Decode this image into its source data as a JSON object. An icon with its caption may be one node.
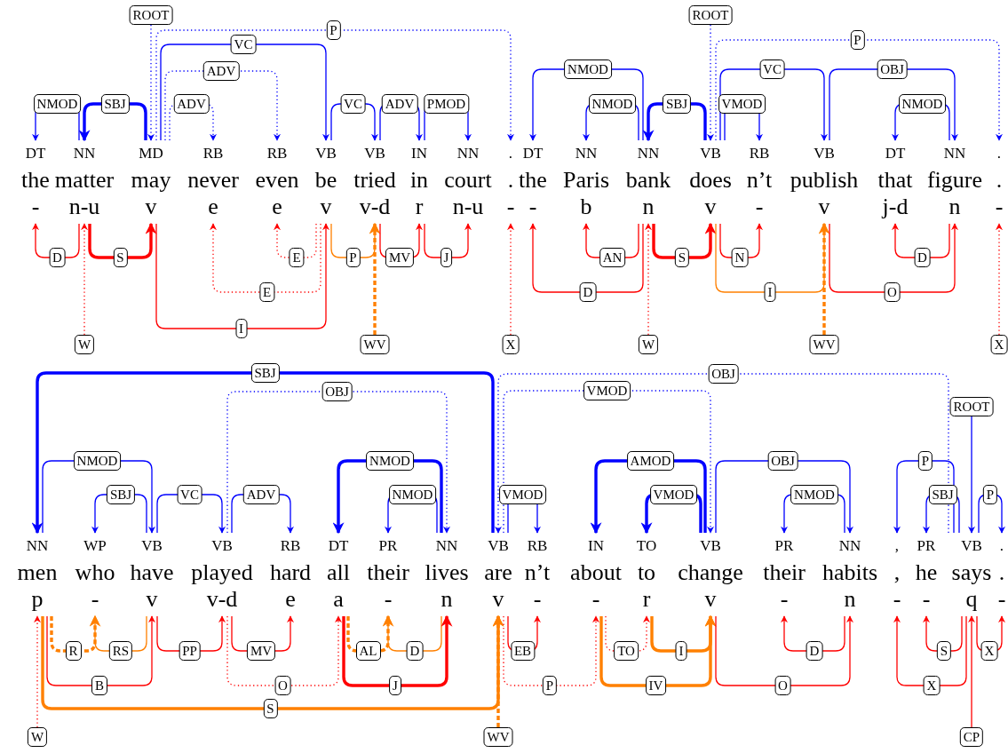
{
  "diagram": {
    "nodes": [
      {
        "text": [
          "DT",
          "the",
          "-"
        ]
      },
      {
        "text": [
          "NN",
          "matter",
          "n-u"
        ]
      },
      {
        "text": [
          "MD",
          "may",
          "v"
        ]
      },
      {
        "text": [
          "RB",
          "never",
          "e"
        ]
      },
      {
        "text": [
          "RB",
          "even",
          "e"
        ]
      },
      {
        "text": [
          "VB",
          "be",
          "v"
        ]
      },
      {
        "text": [
          "VB",
          "tried",
          "v-d"
        ]
      },
      {
        "text": [
          "IN",
          "in",
          "r"
        ]
      },
      {
        "text": [
          "NN",
          "court",
          "n-u"
        ]
      },
      {
        "text": [
          ".",
          ".",
          "-"
        ]
      },
      {
        "text": [
          "DT",
          "the",
          "-"
        ]
      },
      {
        "text": [
          "NN",
          "Paris",
          "b"
        ]
      },
      {
        "text": [
          "NN",
          "bank",
          "n"
        ]
      },
      {
        "text": [
          "VB",
          "does",
          "v"
        ]
      },
      {
        "text": [
          "RB",
          "n’t",
          "-"
        ]
      },
      {
        "text": [
          "VB",
          "publish",
          "v"
        ]
      },
      {
        "text": [
          "DT",
          "that",
          "j-d"
        ]
      },
      {
        "text": [
          "NN",
          "figure",
          "n"
        ]
      },
      {
        "text": [
          ".",
          ".",
          "-"
        ]
      },
      {
        "text": [
          "NN",
          "men",
          "p"
        ]
      },
      {
        "text": [
          "WP",
          "who",
          "-"
        ]
      },
      {
        "text": [
          "VB",
          "have",
          "v"
        ]
      },
      {
        "text": [
          "VB",
          "played",
          "v-d"
        ]
      },
      {
        "text": [
          "RB",
          "hard",
          "e"
        ]
      },
      {
        "text": [
          "DT",
          "all",
          "a"
        ]
      },
      {
        "text": [
          "PR",
          "their",
          "-"
        ]
      },
      {
        "text": [
          "NN",
          "lives",
          "n"
        ]
      },
      {
        "text": [
          "VB",
          "are",
          "v"
        ]
      },
      {
        "text": [
          "RB",
          "n’t",
          "-"
        ]
      },
      {
        "text": [
          "IN",
          "about",
          "-"
        ]
      },
      {
        "text": [
          "TO",
          "to",
          "r"
        ]
      },
      {
        "text": [
          "VB",
          "change",
          "v"
        ]
      },
      {
        "text": [
          "PR",
          "their",
          "-"
        ]
      },
      {
        "text": [
          "NN",
          "habits",
          "n"
        ]
      },
      {
        "text": [
          ",",
          ",",
          "-"
        ]
      },
      {
        "text": [
          "PR",
          "he",
          "-"
        ]
      },
      {
        "text": [
          "VB",
          "says",
          "q"
        ]
      },
      {
        "text": [
          ".",
          ".",
          "-"
        ]
      },
      {
        "text": [
          "ROOT"
        ]
      },
      {
        "text": [
          "ROOT"
        ]
      },
      {
        "text": [
          "W"
        ]
      },
      {
        "text": [
          "WV"
        ]
      },
      {
        "text": [
          "X"
        ]
      },
      {
        "text": [
          "W"
        ]
      },
      {
        "text": [
          "WV"
        ]
      },
      {
        "text": [
          "X"
        ]
      },
      {
        "text": [
          "ROOT"
        ]
      },
      {
        "text": [
          "W"
        ]
      },
      {
        "text": [
          "WV"
        ]
      },
      {
        "text": [
          "CP"
        ]
      }
    ],
    "edges": [
      {
        "from": 1,
        "to": 0,
        "arrow": "to",
        "label": "NMOD"
      },
      {
        "from": 2,
        "to": 1,
        "arrow": "to",
        "label": "SBJ",
        "style": "thick"
      },
      {
        "from": 38,
        "to": 2,
        "arrow": "to",
        "style": "dashed"
      },
      {
        "from": 2,
        "to": 5,
        "arrow": "to",
        "label": "VC"
      },
      {
        "from": 2,
        "to": 4,
        "arrow": "to",
        "label": "ADV",
        "style": "dashed"
      },
      {
        "from": 2,
        "to": 3,
        "arrow": "to",
        "label": "ADV",
        "style": "dashed"
      },
      {
        "from": 2,
        "to": 9,
        "arrow": "to",
        "label": "P",
        "style": "dashed"
      },
      {
        "from": 5,
        "to": 6,
        "arrow": "to",
        "label": "VC"
      },
      {
        "from": 6,
        "to": 7,
        "arrow": "to",
        "label": "ADV"
      },
      {
        "from": 7,
        "to": 8,
        "arrow": "to",
        "label": "PMOD"
      },
      {
        "from": 1,
        "to": 0,
        "arrow": "to",
        "label": "D",
        "color": "#ff0000"
      },
      {
        "from": 1,
        "to": 2,
        "arrow": "to",
        "label": "S",
        "style": "thick",
        "color": "#ff0000"
      },
      {
        "from": 40,
        "to": 1,
        "arrow": "to",
        "style": "dashed",
        "color": "#ff0000"
      },
      {
        "from": 2,
        "to": 5,
        "arrow": "to",
        "label": "I",
        "color": "#ff0000"
      },
      {
        "from": 5,
        "to": 4,
        "arrow": "to",
        "label": "E",
        "style": "dashed",
        "color": "#ff0000"
      },
      {
        "from": 5,
        "to": 3,
        "arrow": "to",
        "label": "E",
        "style": "dashed",
        "color": "#ff0000"
      },
      {
        "from": 5,
        "to": 6,
        "arrow": "to",
        "label": "P",
        "color": "#ff8000"
      },
      {
        "from": 41,
        "to": 6,
        "arrow": "to",
        "style": "dashed",
        "color": "#ff8000"
      },
      {
        "from": 6,
        "to": 7,
        "arrow": "to",
        "label": "MV",
        "color": "#ff0000"
      },
      {
        "from": 7,
        "to": 8,
        "arrow": "to",
        "label": "J",
        "color": "#ff0000"
      },
      {
        "from": 42,
        "to": 9,
        "arrow": "to",
        "style": "dashed",
        "color": "#ff0000"
      },
      {
        "from": 12,
        "to": 10,
        "arrow": "to",
        "label": "NMOD"
      },
      {
        "from": 12,
        "to": 11,
        "arrow": "to",
        "label": "NMOD"
      },
      {
        "from": 13,
        "to": 12,
        "arrow": "to",
        "label": "SBJ",
        "style": "thick"
      },
      {
        "from": 39,
        "to": 13,
        "arrow": "to",
        "style": "dashed"
      },
      {
        "from": 13,
        "to": 14,
        "arrow": "to",
        "label": "VMOD"
      },
      {
        "from": 13,
        "to": 15,
        "arrow": "to",
        "label": "VC"
      },
      {
        "from": 13,
        "to": 18,
        "arrow": "to",
        "label": "P",
        "style": "dashed"
      },
      {
        "from": 15,
        "to": 17,
        "arrow": "to",
        "label": "OBJ"
      },
      {
        "from": 17,
        "to": 16,
        "arrow": "to",
        "label": "NMOD"
      },
      {
        "from": 12,
        "to": 10,
        "arrow": "to",
        "label": "D",
        "color": "#ff0000"
      },
      {
        "from": 12,
        "to": 11,
        "arrow": "to",
        "label": "AN",
        "color": "#ff0000"
      },
      {
        "from": 43,
        "to": 12,
        "arrow": "to",
        "style": "dashed",
        "color": "#ff0000"
      },
      {
        "from": 12,
        "to": 13,
        "arrow": "to",
        "label": "S",
        "style": "thick",
        "color": "#ff0000"
      },
      {
        "from": 13,
        "to": 14,
        "arrow": "to",
        "label": "N",
        "color": "#ff0000"
      },
      {
        "from": 13,
        "to": 15,
        "arrow": "to",
        "label": "I",
        "color": "#ff8000"
      },
      {
        "from": 44,
        "to": 15,
        "arrow": "to",
        "style": "dashed",
        "color": "#ff8000"
      },
      {
        "from": 17,
        "to": 16,
        "arrow": "to",
        "label": "D",
        "color": "#ff0000"
      },
      {
        "from": 15,
        "to": 17,
        "arrow": "to",
        "label": "O",
        "color": "#ff0000"
      },
      {
        "from": 45,
        "to": 18,
        "arrow": "to",
        "style": "dashed",
        "color": "#ff0000"
      },
      {
        "from": 27,
        "to": 19,
        "arrow": "to",
        "label": "SBJ",
        "style": "thick"
      },
      {
        "from": 19,
        "to": 21,
        "arrow": "to",
        "label": "NMOD"
      },
      {
        "from": 21,
        "to": 20,
        "arrow": "to",
        "label": "SBJ"
      },
      {
        "from": 21,
        "to": 22,
        "arrow": "to",
        "label": "VC"
      },
      {
        "from": 22,
        "to": 23,
        "arrow": "to",
        "label": "ADV"
      },
      {
        "from": 22,
        "to": 26,
        "arrow": "to",
        "label": "OBJ",
        "style": "dashed"
      },
      {
        "from": 26,
        "to": 24,
        "arrow": "to",
        "label": "NMOD",
        "style": "thick"
      },
      {
        "from": 26,
        "to": 25,
        "arrow": "to",
        "label": "NMOD"
      },
      {
        "from": 36,
        "to": 27,
        "arrow": "to",
        "label": "OBJ",
        "style": "dashed"
      },
      {
        "from": 27,
        "to": 31,
        "arrow": "to",
        "label": "VMOD",
        "style": "dashed"
      },
      {
        "from": 27,
        "to": 28,
        "arrow": "to",
        "label": "VMOD"
      },
      {
        "from": 31,
        "to": 29,
        "arrow": "to",
        "label": "AMOD",
        "style": "thick"
      },
      {
        "from": 31,
        "to": 30,
        "arrow": "to",
        "label": "VMOD",
        "style": "thick"
      },
      {
        "from": 31,
        "to": 33,
        "arrow": "to",
        "label": "OBJ"
      },
      {
        "from": 33,
        "to": 32,
        "arrow": "to",
        "label": "NMOD"
      },
      {
        "from": 36,
        "to": 34,
        "arrow": "to",
        "label": "P"
      },
      {
        "from": 36,
        "to": 35,
        "arrow": "to",
        "label": "SBJ"
      },
      {
        "from": 46,
        "to": 36,
        "arrow": "to"
      },
      {
        "from": 36,
        "to": 37,
        "arrow": "to",
        "label": "P"
      },
      {
        "from": 47,
        "to": 19,
        "arrow": "to",
        "style": "dashed",
        "color": "#ff0000"
      },
      {
        "from": 19,
        "to": 20,
        "arrow": "to",
        "label": "R",
        "style": "dashed",
        "color": "#ff8000"
      },
      {
        "from": 21,
        "to": 20,
        "arrow": "to",
        "label": "RS",
        "color": "#ff8000"
      },
      {
        "from": 19,
        "to": 21,
        "arrow": "to",
        "label": "B",
        "color": "#ff0000"
      },
      {
        "from": 21,
        "to": 22,
        "arrow": "to",
        "label": "PP",
        "color": "#ff0000"
      },
      {
        "from": 22,
        "to": 23,
        "arrow": "to",
        "label": "MV",
        "color": "#ff0000"
      },
      {
        "from": 22,
        "to": 24,
        "arrow": "to",
        "label": "O",
        "style": "dashed",
        "color": "#ff0000"
      },
      {
        "from": 19,
        "to": 27,
        "arrow": "to",
        "label": "S",
        "style": "thick",
        "color": "#ff8000"
      },
      {
        "from": 48,
        "to": 27,
        "arrow": "to",
        "style": "dashed",
        "color": "#ff8000"
      },
      {
        "from": 24,
        "to": 25,
        "arrow": "to",
        "label": "AL",
        "style": "dashed",
        "color": "#ff8000"
      },
      {
        "from": 26,
        "to": 25,
        "arrow": "to",
        "label": "D",
        "color": "#ff8000"
      },
      {
        "from": 24,
        "to": 26,
        "arrow": "to",
        "label": "J",
        "style": "thick",
        "color": "#ff0000"
      },
      {
        "from": 27,
        "to": 28,
        "arrow": "to",
        "label": "EB",
        "color": "#ff0000"
      },
      {
        "from": 27,
        "to": 29,
        "arrow": "to",
        "label": "P",
        "style": "dashed",
        "color": "#ff0000"
      },
      {
        "from": 29,
        "to": 30,
        "arrow": "to",
        "label": "TO",
        "style": "dashed",
        "color": "#ff0000"
      },
      {
        "from": 30,
        "to": 31,
        "arrow": "to",
        "label": "I",
        "style": "thick",
        "color": "#ff8000"
      },
      {
        "from": 29,
        "to": 31,
        "arrow": "to",
        "label": "IV",
        "style": "thick",
        "color": "#ff8000"
      },
      {
        "from": 31,
        "to": 33,
        "arrow": "to",
        "label": "O",
        "color": "#ff0000"
      },
      {
        "from": 33,
        "to": 32,
        "arrow": "to",
        "label": "D",
        "color": "#ff0000"
      },
      {
        "from": 36,
        "to": 34,
        "arrow": "to",
        "label": "X",
        "color": "#ff0000"
      },
      {
        "from": 36,
        "to": 35,
        "arrow": "to",
        "label": "S",
        "color": "#ff0000"
      },
      {
        "from": 49,
        "to": 36,
        "arrow": "to",
        "color": "#ff0000"
      },
      {
        "from": 36,
        "to": 37,
        "arrow": "to",
        "label": "X",
        "color": "#ff0000"
      }
    ]
  }
}
